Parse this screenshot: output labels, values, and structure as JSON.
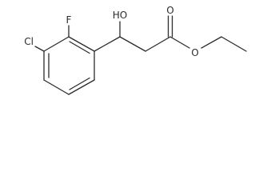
{
  "molecule": {
    "atoms": {
      "chlorine": "Cl",
      "fluorine": "F",
      "hydroxyl": "HO",
      "carbonyl_oxygen": "O",
      "ester_oxygen": "O"
    }
  },
  "colors": {
    "bond": "#2b2b2b",
    "label": "#2b2b2b",
    "background": "#ffffff"
  }
}
